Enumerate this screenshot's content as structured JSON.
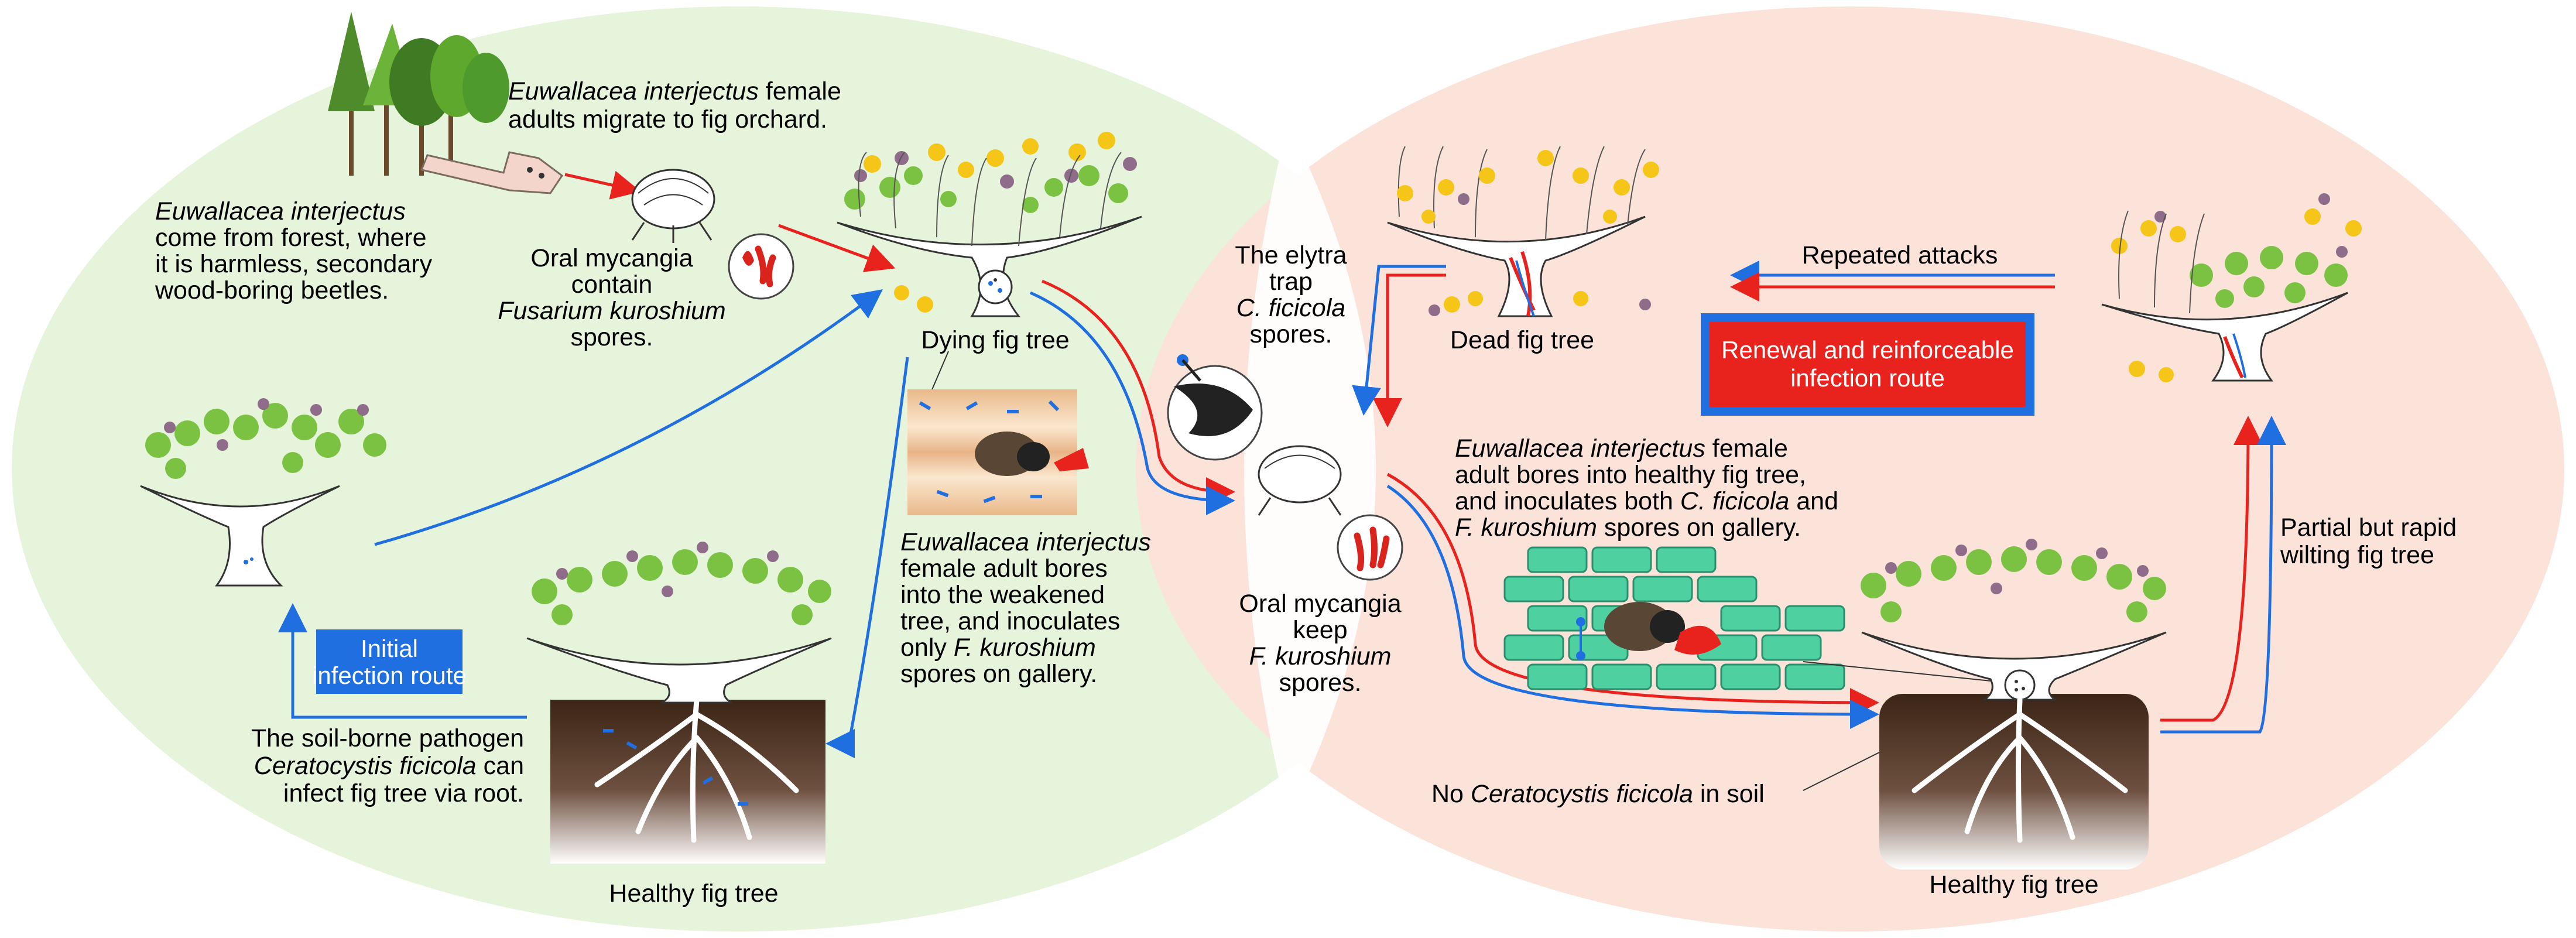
{
  "left_panel": {
    "forest_source": {
      "l1": "Euwallacea interjectus",
      "l2": "come from forest, where",
      "l3": "it is harmless, secondary",
      "l4": "wood-boring beetles."
    },
    "migration": {
      "l1_italic": "Euwallacea interjectus",
      "l1_rest": " female",
      "l2": "adults migrate to fig orchard."
    },
    "mycangia_contain": {
      "l1": "Oral mycangia",
      "l2": "contain",
      "l3": "Fusarium kuroshium",
      "l4": "spores."
    },
    "dying_tree": "Dying fig tree",
    "weakened_bore": {
      "l1": "Euwallacea interjectus",
      "l2": "female adult bores",
      "l3": "into the weakened",
      "l4": "tree, and inoculates",
      "l5_pre": "only ",
      "l5_italic": "F. kuroshium",
      "l6": "spores on gallery."
    },
    "initial_route": {
      "l1": "Initial",
      "l2": "infection route"
    },
    "soil_pathogen": {
      "l1": "The soil-borne pathogen",
      "l2_italic": "Ceratocystis ficicola",
      "l2_rest": " can",
      "l3": "infect fig tree via root."
    },
    "healthy_tree": "Healthy fig tree"
  },
  "center": {
    "elytra": {
      "l1": "The elytra",
      "l2": "trap",
      "l3": "C. ficicola",
      "l4": "spores."
    },
    "mycangia_keep": {
      "l1": "Oral mycangia",
      "l2": "keep",
      "l3": "F. kuroshium",
      "l4": "spores."
    }
  },
  "right_panel": {
    "dead_tree": "Dead fig tree",
    "repeated_attacks": "Repeated attacks",
    "renewal_route": {
      "l1": "Renewal and reinforceable",
      "l2": "infection route"
    },
    "healthy_bore": {
      "l1_italic": "Euwallacea interjectus",
      "l1_rest": " female",
      "l2": "adult bores into healthy fig tree,",
      "l3_pre": "and inoculates both ",
      "l3_italic": "C. ficicola",
      "l3_rest": " and",
      "l4_italic": "F. kuroshium",
      "l4_rest": " spores on gallery."
    },
    "wilting": {
      "l1": "Partial but rapid",
      "l2": "wilting fig tree"
    },
    "no_pathogen": {
      "pre": "No ",
      "italic": "Ceratocystis ficicola",
      "rest": " in soil"
    },
    "healthy_tree": "Healthy fig tree"
  },
  "colors": {
    "left_bg": "#e7f4dc",
    "right_bg": "#fbe3da",
    "blue": "#1f6fe0",
    "red": "#e8231e",
    "leaf": "#7cc242",
    "fruit": "#8e6c8a",
    "flower": "#f5c518"
  }
}
